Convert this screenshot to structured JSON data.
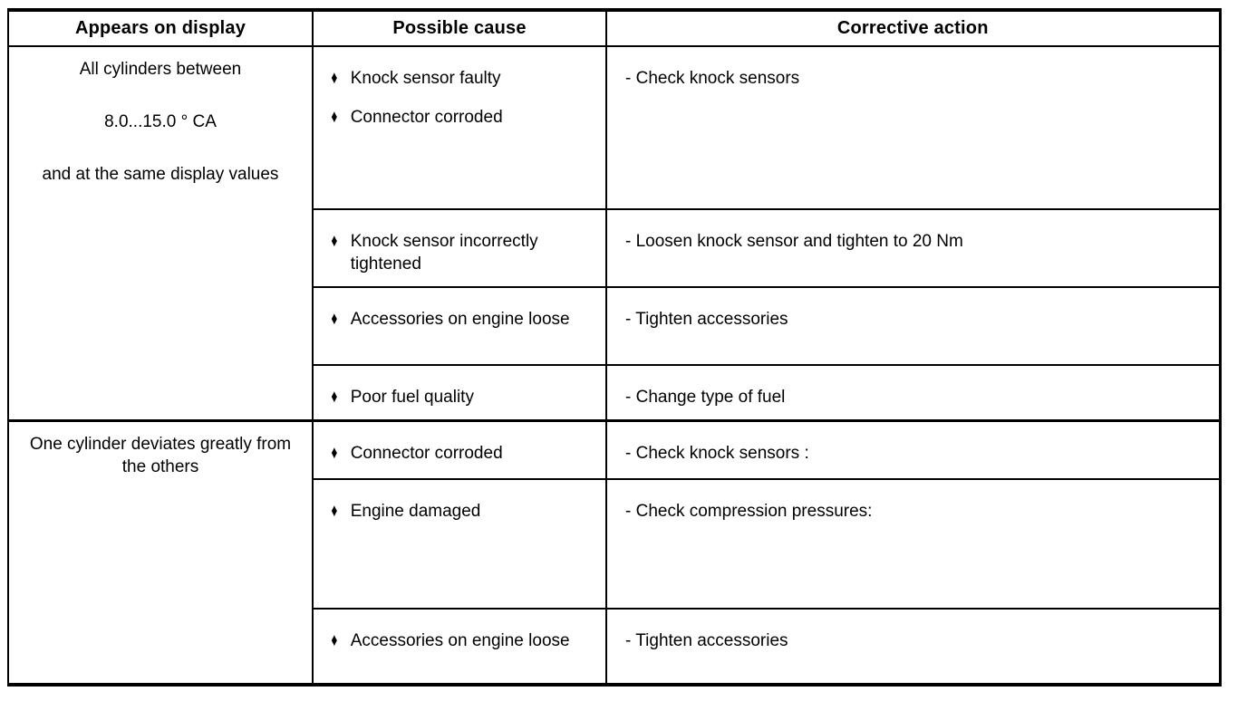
{
  "page": {
    "background_color": "#ffffff",
    "border_color": "#000000"
  },
  "table": {
    "bullet_icon": "♦",
    "columns": [
      {
        "label": "Appears on display"
      },
      {
        "label": "Possible cause"
      },
      {
        "label": "Corrective action"
      }
    ],
    "sections": [
      {
        "display_lines": [
          "All cylinders between",
          "8.0...15.0 ° CA",
          "and at the same display values"
        ],
        "rows": [
          {
            "causes": [
              "Knock sensor faulty",
              "Connector corroded"
            ],
            "action": "- Check knock sensors"
          },
          {
            "causes": [
              "Knock sensor incorrectly tightened"
            ],
            "action": "- Loosen knock sensor and tighten to 20 Nm"
          },
          {
            "causes": [
              "Accessories on engine loose"
            ],
            "action": "- Tighten accessories"
          },
          {
            "causes": [
              "Poor fuel quality"
            ],
            "action": "- Change type of fuel"
          }
        ]
      },
      {
        "display_lines": [
          "One cylinder deviates greatly from the others"
        ],
        "rows": [
          {
            "causes": [
              "Connector corroded"
            ],
            "action": "- Check knock sensors :"
          },
          {
            "causes": [
              "Engine damaged"
            ],
            "action": "- Check compression pressures:"
          },
          {
            "causes": [
              "Accessories on engine loose"
            ],
            "action": "- Tighten accessories"
          }
        ]
      }
    ]
  }
}
